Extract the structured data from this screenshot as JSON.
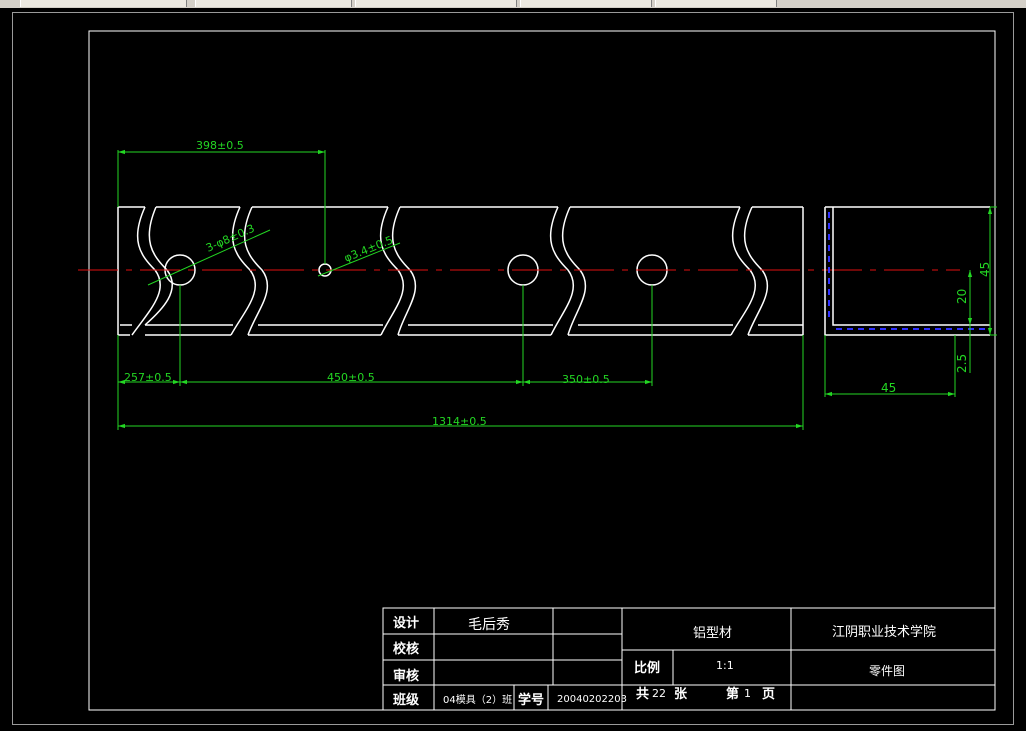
{
  "drawing": {
    "dimensions": {
      "d398": "398±0.5",
      "holes_3": "3-φ8±0.3",
      "hole_small": "φ3.4±0.5",
      "d257": "257±0.5",
      "d450": "450±0.5",
      "d350": "350±0.5",
      "d1314": "1314±0.5",
      "h45": "45",
      "h20": "20",
      "h25": "2.5",
      "w45": "45"
    },
    "title_block": {
      "design_label": "设计",
      "designer": "毛后秀",
      "check_label": "校核",
      "review_label": "审核",
      "class_label": "班级",
      "class_value": "04模具（2）班",
      "student_no_label": "学号",
      "student_no": "20040202203",
      "material": "铝型材",
      "school": "江阴职业技术学院",
      "scale_label": "比例",
      "scale_value": "1:1",
      "drawing_name": "零件图",
      "total_label": "共",
      "total_value": "22",
      "sheet_unit": "张",
      "page_label": "第",
      "page_value": "1",
      "page_unit": "页"
    }
  },
  "colors": {
    "outline": "#ffffff",
    "dimension": "#23d623",
    "centerline": "#e01010",
    "hidden": "#3030ff",
    "background": "#000000"
  }
}
